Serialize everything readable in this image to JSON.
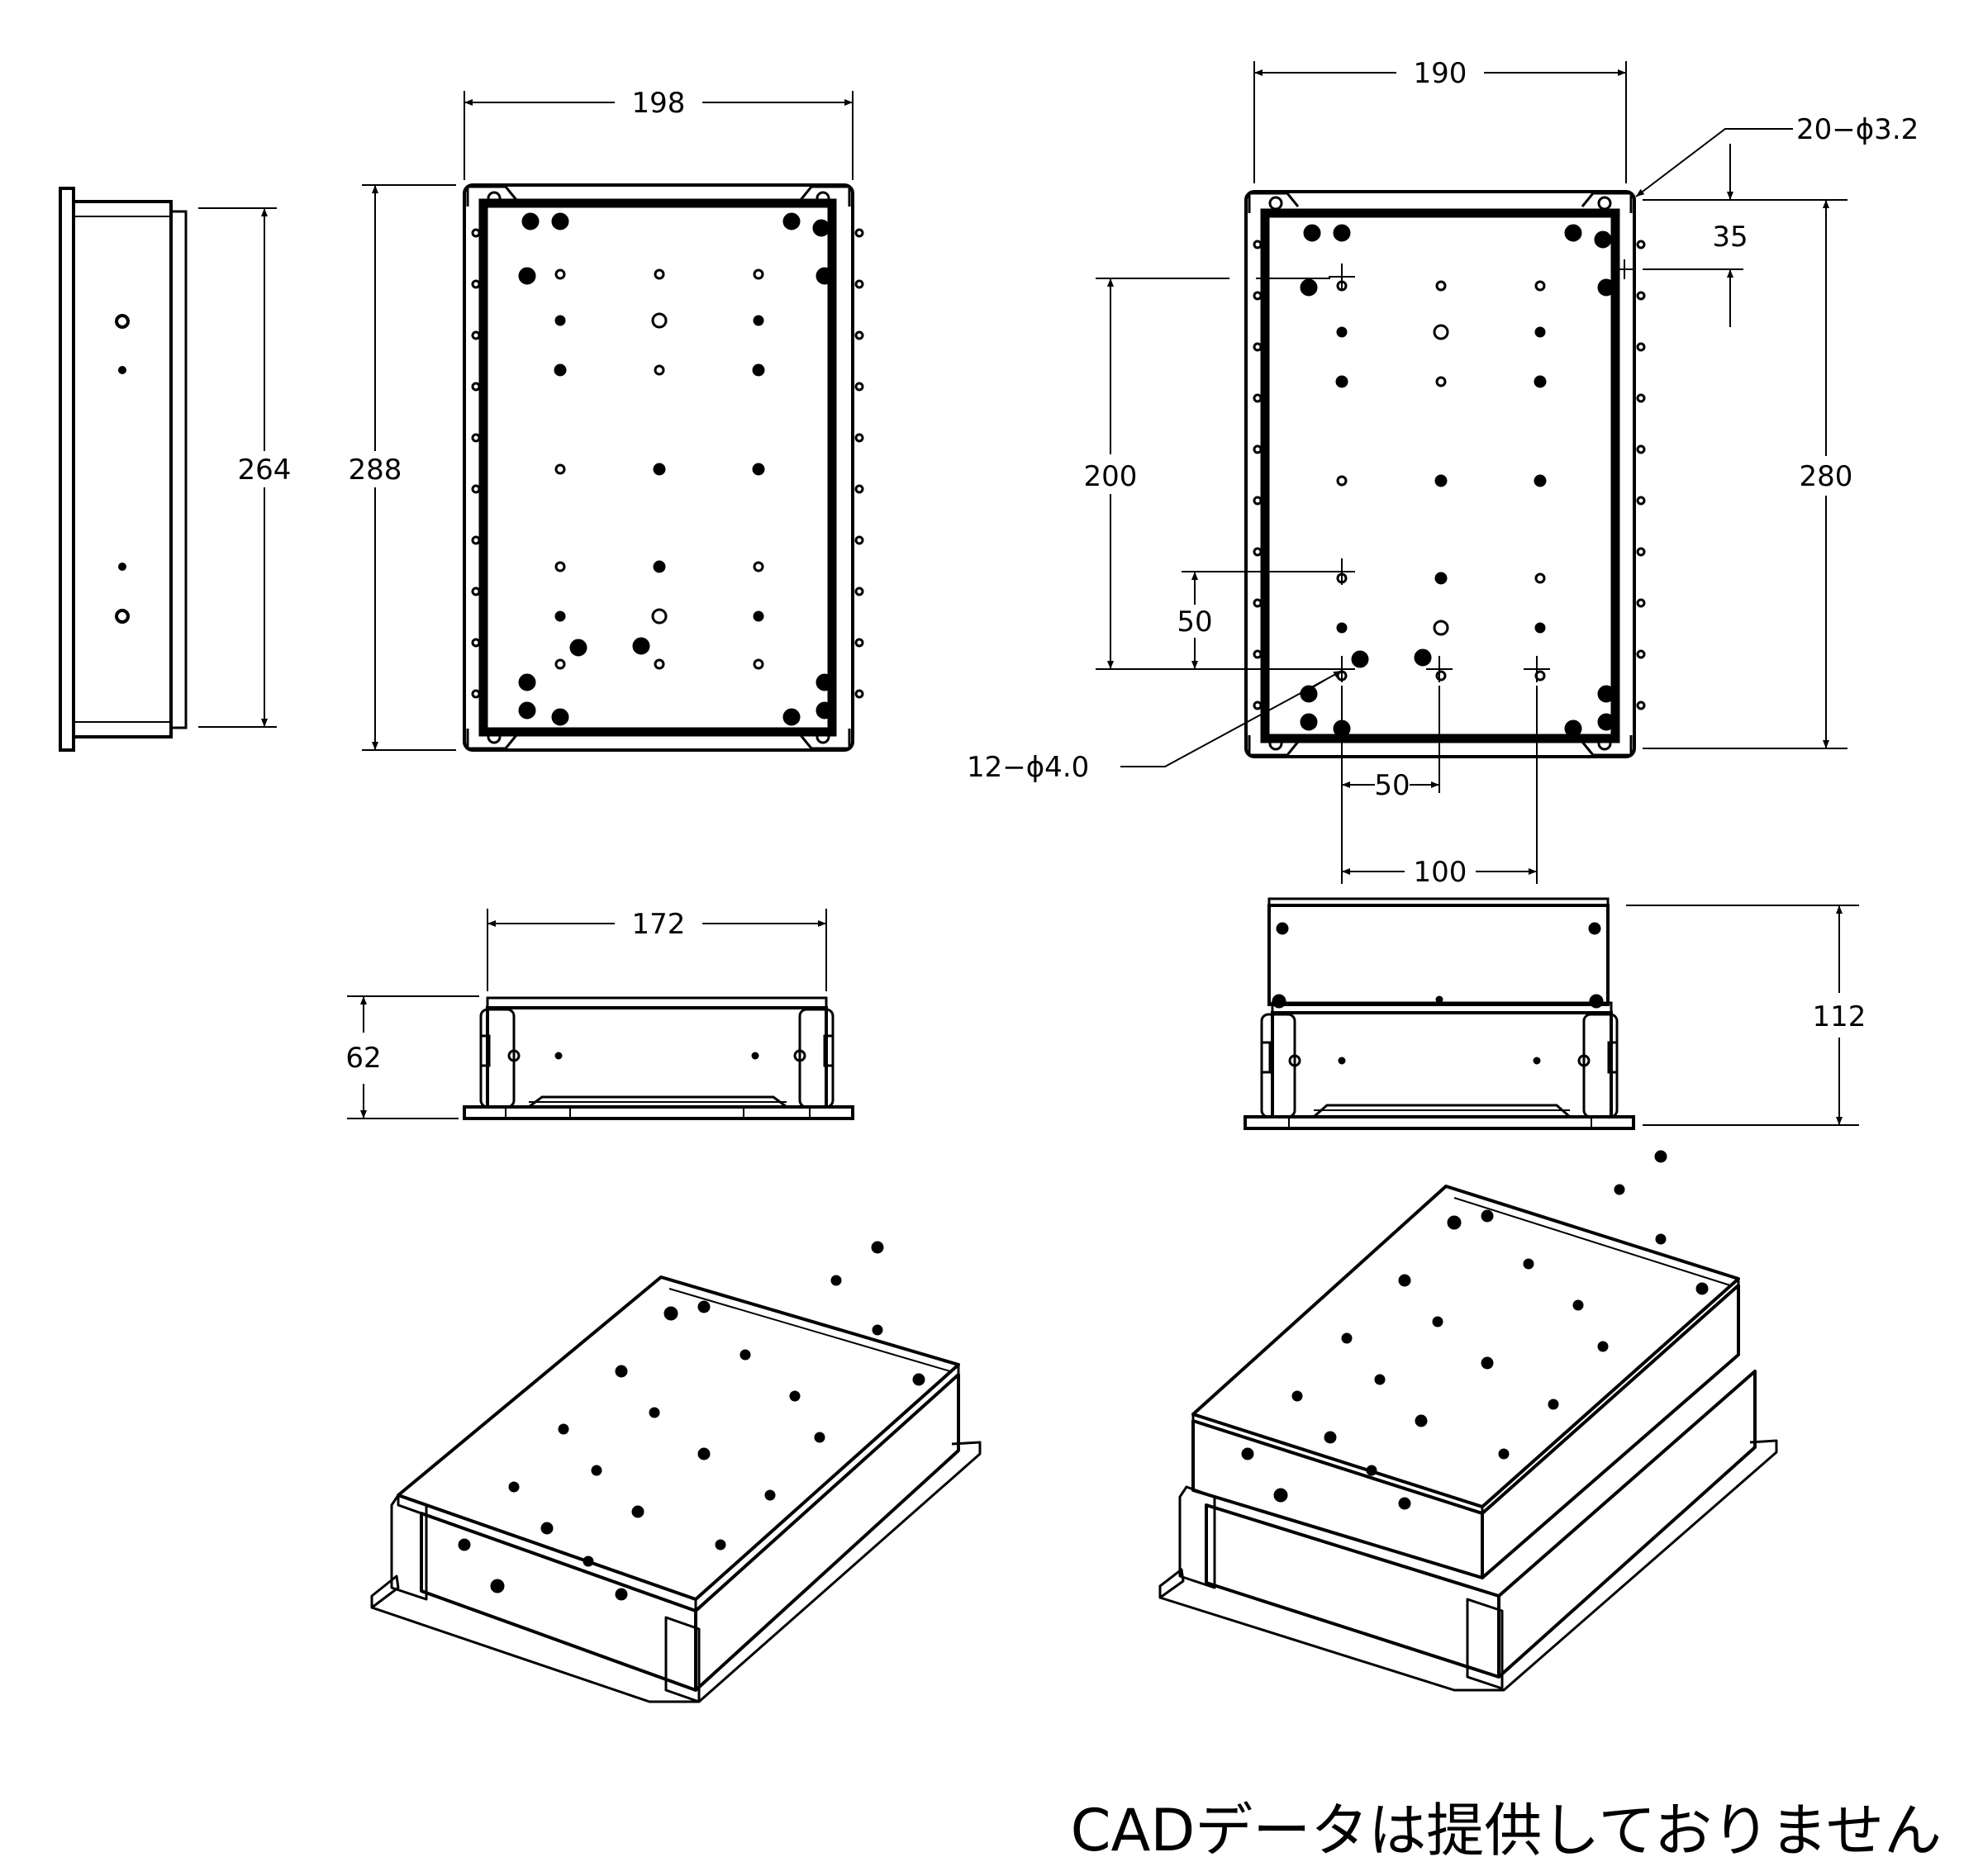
{
  "dimensions": {
    "front_width": "198",
    "front_height": "288",
    "side_height": "264",
    "top_view_width": "190",
    "top_view_height": "280",
    "hole_pitch_200": "200",
    "hole_pitch_50_v": "50",
    "hole_pitch_50_h": "50",
    "hole_pitch_100": "100",
    "edge_offset_35": "35",
    "callout_small_holes": "20−ϕ3.2",
    "callout_large_holes": "12−ϕ4.0",
    "low_width": "172",
    "low_height": "62",
    "tall_height": "112"
  },
  "footer_note": "CADデータは提供しておりません",
  "colors": {
    "line": "#000000",
    "background": "#ffffff"
  }
}
